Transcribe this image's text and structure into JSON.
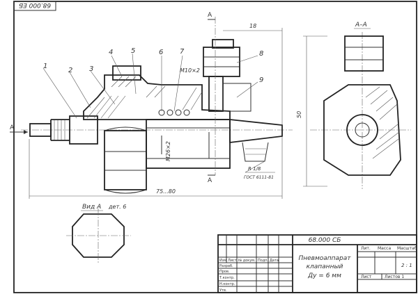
{
  "stamp_code": "68.000 ЕБ",
  "callouts": [
    "1",
    "2",
    "3",
    "4",
    "5",
    "6",
    "7",
    "8",
    "9"
  ],
  "section_marks": {
    "top_a": "A",
    "bottom_a": "A",
    "left_a": "A"
  },
  "section_title": "A–A",
  "dimensions": {
    "d18": "18",
    "m10": "M10×2",
    "m26": "M26×2",
    "d50": "50",
    "length": "75...80",
    "r18": "R 1/8",
    "gost": "ГОСТ 6111-81"
  },
  "view_label": "Вид А",
  "view_detail": "дет. 6",
  "title_block": {
    "code": "68.000 СБ",
    "name_l1": "Пневмоаппарат",
    "name_l2": "клапанный",
    "name_l3": "Ду = 6 мм",
    "col_headers": [
      "Изм",
      "Лист",
      "№ докум.",
      "Подп.",
      "Дата"
    ],
    "rows": [
      "Разраб.",
      "Пров.",
      "Т.контр.",
      "Н.контр.",
      "Утв."
    ],
    "lit": "Лит.",
    "mass": "Масса",
    "scale_h": "Масштаб",
    "scale": "2 : 1",
    "sheet": "Лист",
    "sheets": "Листов 1"
  }
}
